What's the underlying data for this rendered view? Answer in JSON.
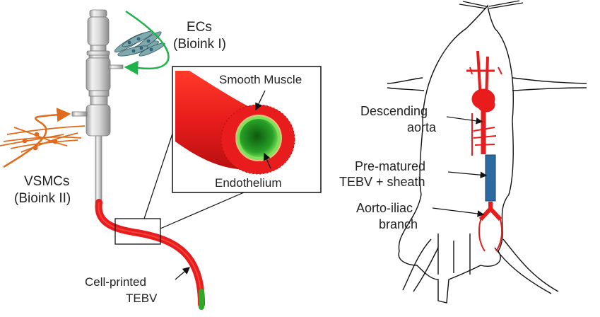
{
  "figure": {
    "left_panel": {
      "labels": {
        "ecs_line1": "ECs",
        "ecs_line2": "(Bioink I)",
        "vsmcs_line1": "VSMCs",
        "vsmcs_line2": "(Bioink II)",
        "smooth_muscle": "Smooth Muscle",
        "endothelium": "Endothelium",
        "tebv_line1": "Cell-printed",
        "tebv_line2": "TEBV"
      }
    },
    "right_panel": {
      "labels": {
        "aorta_line1": "Descending",
        "aorta_line2": "aorta",
        "sheath_line1": "Pre-matured",
        "sheath_line2": "TEBV + sheath",
        "iliac_line1": "Aorto-iliac",
        "iliac_line2": "branch"
      }
    },
    "colors": {
      "vessel_red": "#e81c1c",
      "endothelium_green": "#2fa82a",
      "ec_arrow_green": "#1db34a",
      "vsmc_orange": "#e06b1d",
      "sheath_blue": "#2d6aa0",
      "outline": "#111111"
    }
  }
}
